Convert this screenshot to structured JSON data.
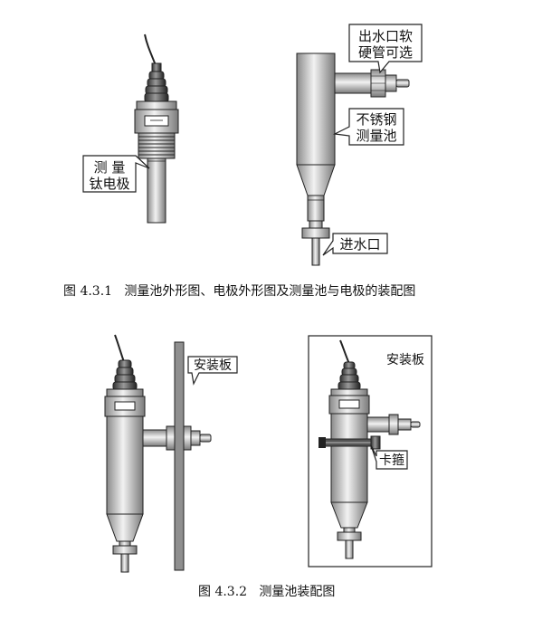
{
  "figure1": {
    "caption": "图 4.3.1   测量池外形图、电极外形图及测量池与电极的装配图",
    "labels": {
      "electrode_line1": "测 量",
      "electrode_line2": "钛电极",
      "outlet_line1": "出水口软",
      "outlet_line2": "硬管可选",
      "pool_line1": "不锈钢",
      "pool_line2": "测量池",
      "inlet": "进水口"
    }
  },
  "figure2": {
    "caption": "图 4.3.2   测量池装配图",
    "labels": {
      "panel_left": "安装板",
      "panel_right": "安装板",
      "clamp": "卡箍"
    }
  },
  "colors": {
    "outline": "#222222",
    "metal_dark": "#8a8a8a",
    "metal_light": "#f2f2f2",
    "callout_fill": "#ffffff"
  }
}
